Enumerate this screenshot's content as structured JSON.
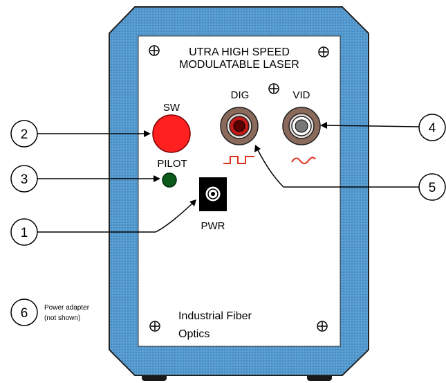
{
  "panel": {
    "title_line1": "UTRA HIGH SPEED",
    "title_line2": "MODULATABLE LASER",
    "sw_label": "SW",
    "pilot_label": "PILOT",
    "pwr_label": "PWR",
    "dig_label": "DIG",
    "vid_label": "VID",
    "brand_line1": "Industrial Fiber",
    "brand_line2": "Optics"
  },
  "callouts": [
    {
      "number": "1"
    },
    {
      "number": "2"
    },
    {
      "number": "3"
    },
    {
      "number": "4"
    },
    {
      "number": "5"
    },
    {
      "number": "6",
      "note_line1": "Power adapter",
      "note_line2": "(not shown)"
    }
  ],
  "colors": {
    "frame_blue": "#4a8fc4",
    "panel_white": "#ffffff",
    "switch_red": "#ff2020",
    "pilot_green": "#0a5a1a",
    "jack_brown": "#8a6a5a",
    "signal_red": "#e03020"
  },
  "icons": [
    "screw-icon",
    "square-wave-icon",
    "sine-wave-icon"
  ]
}
